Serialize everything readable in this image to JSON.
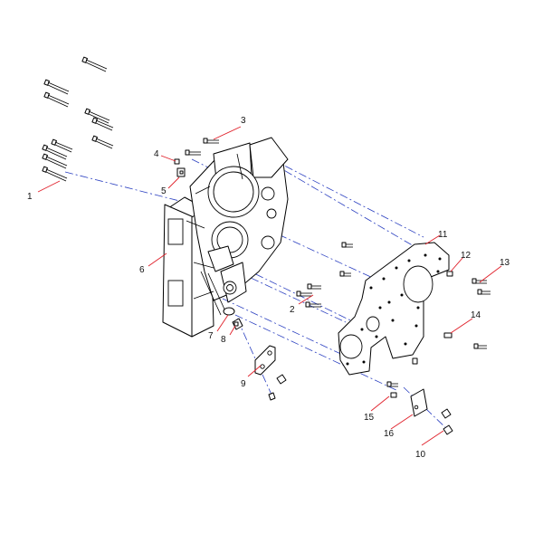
{
  "diagram": {
    "colors": {
      "linework": "#000000",
      "centerline": "#2a3fc0",
      "leader": "#e0202a",
      "background": "#ffffff"
    },
    "callouts": [
      {
        "label": "1"
      },
      {
        "label": "2"
      },
      {
        "label": "3"
      },
      {
        "label": "4"
      },
      {
        "label": "5"
      },
      {
        "label": "6"
      },
      {
        "label": "7"
      },
      {
        "label": "8"
      },
      {
        "label": "9"
      },
      {
        "label": "10"
      },
      {
        "label": "11"
      },
      {
        "label": "12"
      },
      {
        "label": "13"
      },
      {
        "label": "14"
      },
      {
        "label": "15"
      },
      {
        "label": "16"
      }
    ]
  }
}
